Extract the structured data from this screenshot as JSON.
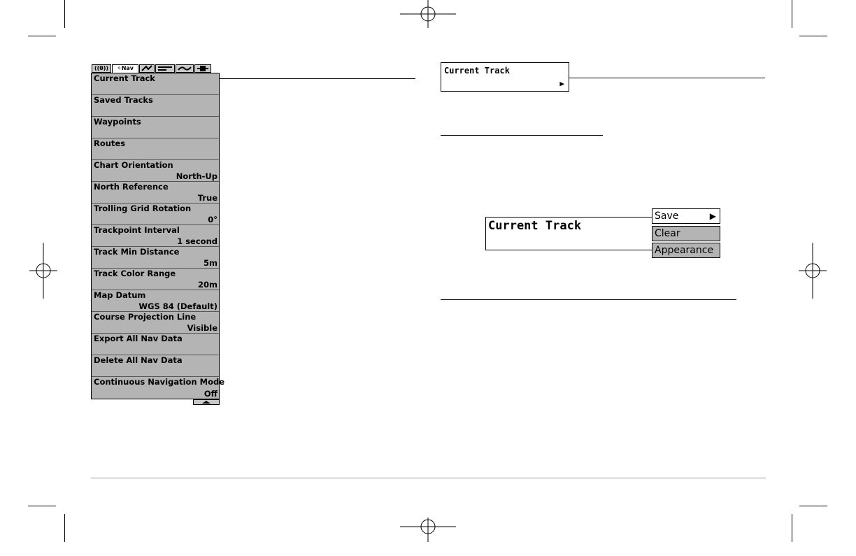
{
  "tabs": [
    {
      "icon": "sonar-icon",
      "label": "((θ))"
    },
    {
      "icon": "nav-icon",
      "label": "✧Nav"
    },
    {
      "icon": "chart-icon",
      "label": ""
    },
    {
      "icon": "setup-icon",
      "label": ""
    },
    {
      "icon": "alarm-icon",
      "label": ""
    },
    {
      "icon": "accessory-icon",
      "label": ""
    }
  ],
  "menu": {
    "items": [
      {
        "label": "Current Track",
        "value": ""
      },
      {
        "label": "Saved Tracks",
        "value": ""
      },
      {
        "label": "Waypoints",
        "value": ""
      },
      {
        "label": "Routes",
        "value": ""
      },
      {
        "label": "Chart Orientation",
        "value": "North-Up"
      },
      {
        "label": "North Reference",
        "value": "True"
      },
      {
        "label": "Trolling Grid Rotation",
        "value": "0°"
      },
      {
        "label": "Trackpoint Interval",
        "value": "1 second"
      },
      {
        "label": "Track Min Distance",
        "value": "5m"
      },
      {
        "label": "Track Color Range",
        "value": "20m"
      },
      {
        "label": "Map Datum",
        "value": "WGS 84 (Default)"
      },
      {
        "label": "Course Projection Line",
        "value": "Visible"
      },
      {
        "label": "Export All Nav Data",
        "value": ""
      },
      {
        "label": "Delete All Nav Data",
        "value": ""
      },
      {
        "label": "Continuous Navigation Mode",
        "value": "Off"
      }
    ]
  },
  "callout": {
    "title": "Current Track",
    "arrow": "▶"
  },
  "submenu_demo": {
    "title": "Current Track",
    "options": [
      {
        "label": "Save",
        "arrow": "▶"
      },
      {
        "label": "Clear",
        "arrow": ""
      },
      {
        "label": "Appearance",
        "arrow": ""
      }
    ]
  },
  "colors": {
    "menu_bg": "#b4b4b4",
    "tab_bg": "#c8c8c8",
    "line": "#000000"
  }
}
